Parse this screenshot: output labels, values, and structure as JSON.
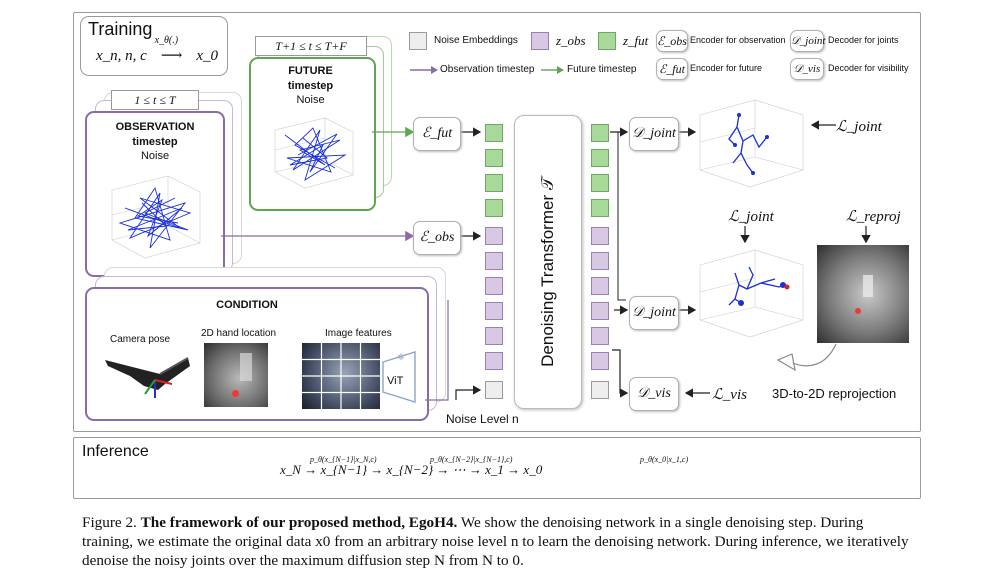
{
  "training": {
    "title": "Training",
    "formula_left": "x_n, n, c",
    "formula_arrow_label": "x_θ(.)",
    "formula_right": "x_0"
  },
  "legend": {
    "noise_embeddings": "Noise Embeddings",
    "z_obs": "z_obs",
    "z_fut": "z_fut",
    "enc_obs_symbol": "ℰ_obs",
    "enc_obs_label": "Encoder for observation",
    "dec_joint_symbol": "𝒟_joint",
    "dec_joint_label": "Decoder for joints",
    "obs_timestep": "Observation timestep",
    "fut_timestep": "Future timestep",
    "enc_fut_symbol": "ℰ_fut",
    "enc_fut_label": "Encoder for future",
    "dec_vis_symbol": "𝒟_vis",
    "dec_vis_label": "Decoder for visibility"
  },
  "future": {
    "range": "T+1 ≤ t ≤ T+F",
    "title": "FUTURE",
    "line2": "timestep",
    "line3": "Noise"
  },
  "observation": {
    "range": "1 ≤ t ≤ T",
    "title": "OBSERVATION",
    "line2": "timestep",
    "line3": "Noise"
  },
  "condition": {
    "title": "CONDITION",
    "camera_pose": "Camera pose",
    "hand_location": "2D hand location",
    "image_features": "Image features",
    "vit": "ViT"
  },
  "modules": {
    "enc_fut": "ℰ_fut",
    "enc_obs": "ℰ_obs",
    "transformer": "Denoising Transformer 𝒯",
    "dec_joint_top": "𝒟_joint",
    "dec_joint_mid": "𝒟_joint",
    "dec_vis": "𝒟_vis"
  },
  "noise_level": "Noise Level n",
  "losses": {
    "l_joint_top": "ℒ_joint",
    "l_joint_mid": "ℒ_joint",
    "l_reproj": "ℒ_reproj",
    "l_vis": "ℒ_vis"
  },
  "reprojection": "3D-to-2D reprojection",
  "inference": {
    "title": "Inference",
    "chain": "x_N → x_{N−1} → x_{N−2} → ⋯ → x_1 → x_0",
    "p1": "p_θ(x_{N−1}|x_N,c)",
    "p2": "p_θ(x_{N−2}|x_{N−1},c)",
    "p3": "p_θ(x_0|x_1,c)"
  },
  "caption": {
    "label": "Figure 2.",
    "bold": "The framework of our proposed method, EgoH4.",
    "text": " We show the denoising network in a single denoising step. During training, we estimate the original data x0 from an arbitrary noise level n to learn the denoising network. During inference, we iteratively denoise the noisy joints over the maximum diffusion step N from N to 0."
  },
  "colors": {
    "green": "#5fa552",
    "purple": "#8a6aa8",
    "green_fill": "#a8d89a",
    "purple_fill": "#d9c8e4",
    "skeleton": "#1a2fd6"
  }
}
